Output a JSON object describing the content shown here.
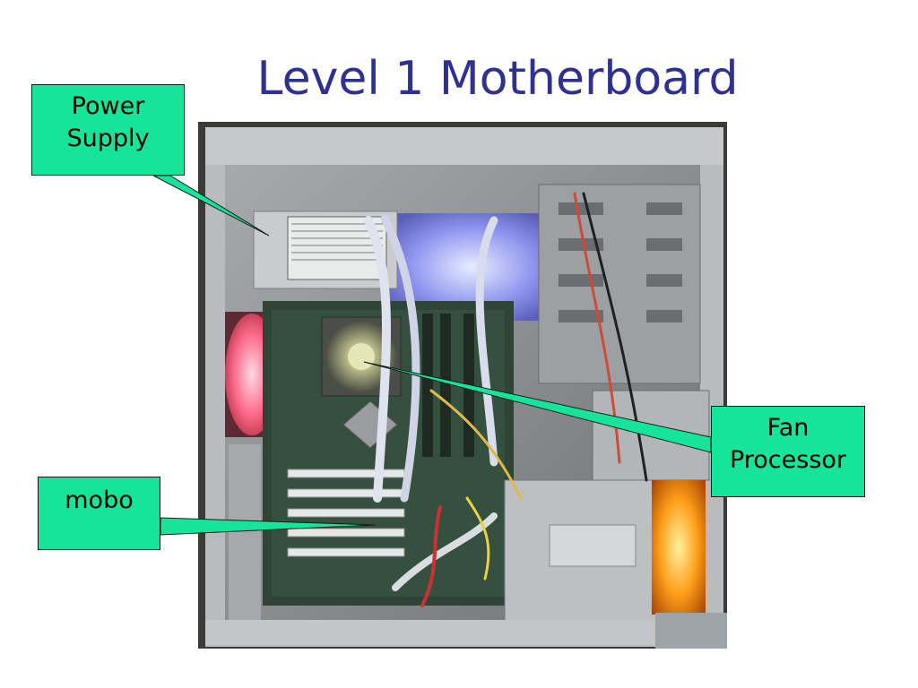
{
  "slide": {
    "title": "Level 1 Motherboard"
  },
  "callouts": {
    "power_supply": [
      "Power",
      "Supply"
    ],
    "fan_processor": [
      "Fan",
      "Processor"
    ],
    "mobo": "mobo"
  },
  "colors": {
    "title": "#2e3192",
    "callout_fill": "#16e49b",
    "callout_border": "#1a1a1a",
    "case_interior": "#8f9294",
    "motherboard_pcb": "#2f4437"
  }
}
